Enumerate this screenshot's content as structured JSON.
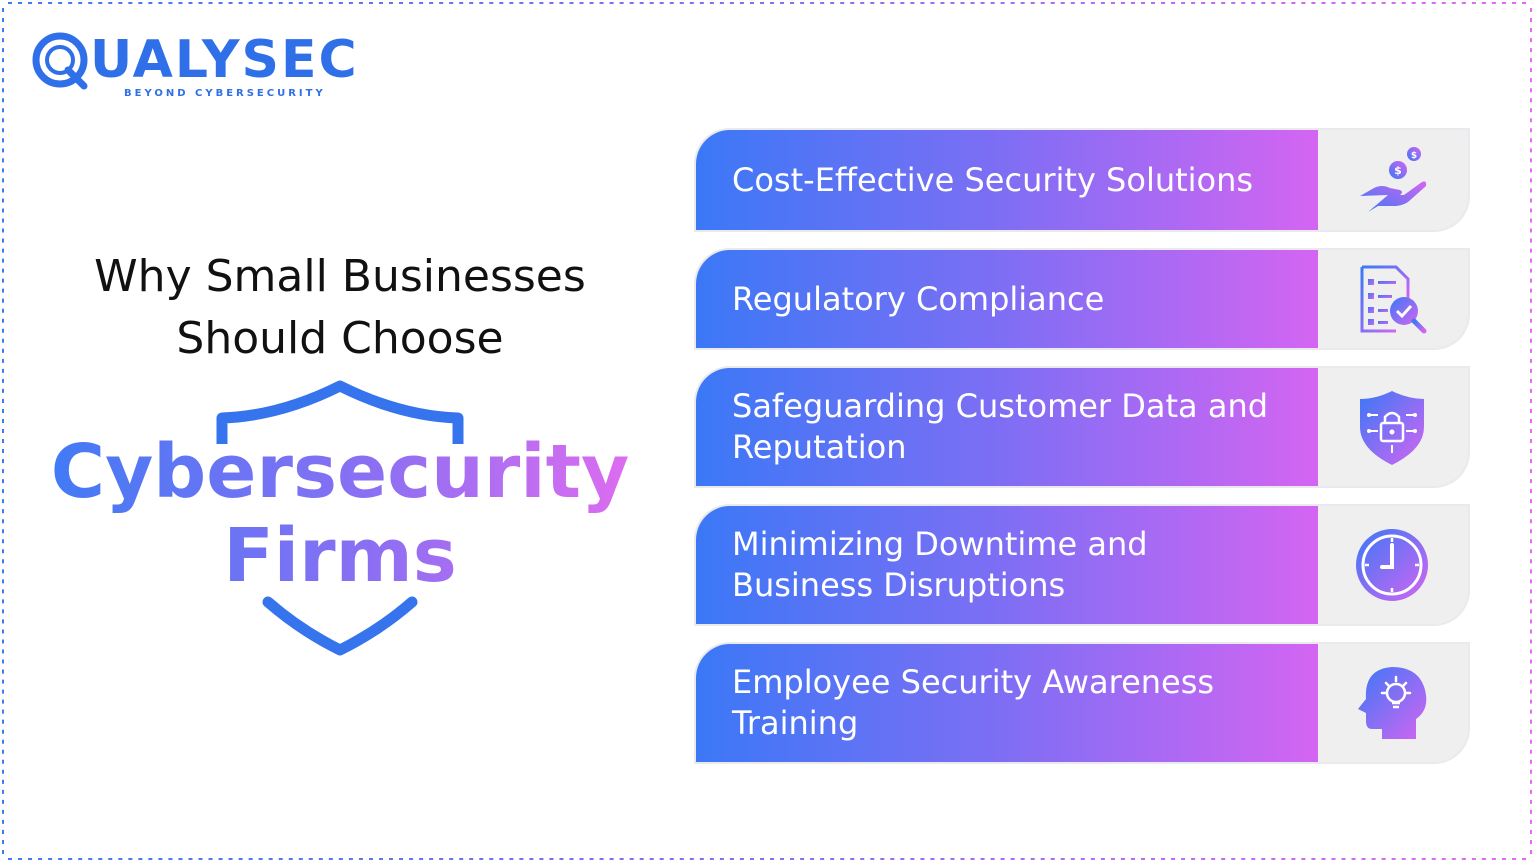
{
  "logo": {
    "wordmark": "UALYSEC",
    "tagline": "BEYOND CYBERSECURITY",
    "brand_color": "#2f6fe8"
  },
  "heading": {
    "line1": "Why Small Businesses",
    "line2": "Should Choose"
  },
  "hero": {
    "line1": "Cybersecurity",
    "line2": "Firms"
  },
  "colors": {
    "gradient_start": "#3b78f6",
    "gradient_mid": "#7f6ef4",
    "gradient_end": "#d465f2",
    "card_tab": "#efefef"
  },
  "cards": [
    {
      "label": "Cost-Effective Security Solutions",
      "icon": "hand-coins-icon"
    },
    {
      "label": "Regulatory Compliance",
      "icon": "checklist-magnifier-icon"
    },
    {
      "label": "Safeguarding Customer Data and Reputation",
      "icon": "shield-lock-icon"
    },
    {
      "label": "Minimizing Downtime and Business Disruptions",
      "icon": "clock-icon"
    },
    {
      "label": "Employee Security Awareness Training",
      "icon": "head-lightbulb-icon"
    }
  ]
}
